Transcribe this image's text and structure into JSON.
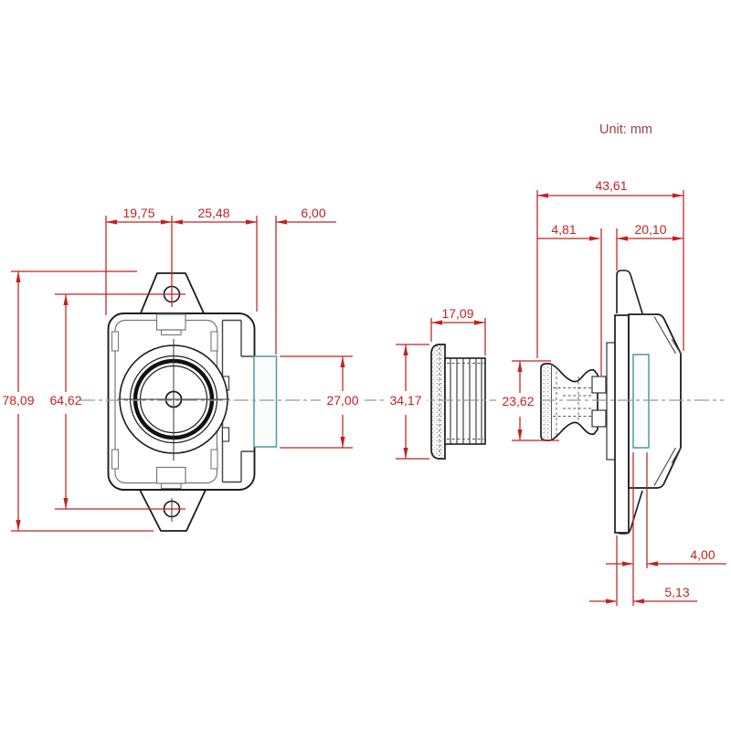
{
  "unit_note": "Unit: mm",
  "colors": {
    "dimension_red": "#c32222",
    "drawing_dark": "#1c1c1c",
    "detail_gray": "#666666",
    "bolt_teal": "#4d9aa0",
    "centerline_gray": "#999999",
    "unit_note_maroon": "#994444",
    "background": "#ffffff"
  },
  "drawing": {
    "type": "technical-dimension-drawing",
    "part": "push-button cabinet latch",
    "views": [
      "front-view",
      "threaded-bushing-view",
      "knob-view",
      "side-view"
    ]
  },
  "dimensions": {
    "left_edge_to_center": "19,75",
    "center_to_body_right": "25,48",
    "bolt_protrusion": "6,00",
    "total_height": "78,09",
    "screw_hole_spacing": "64,62",
    "bolt_height": "27,00",
    "bushing_length": "17,09",
    "bushing_flange_diameter": "34,17",
    "knob_diameter": "23,62",
    "total_depth": "43,61",
    "panel_gap": "4,81",
    "body_depth": "20,10",
    "bolt_thickness": "4,00",
    "bolt_inset": "5,13"
  }
}
